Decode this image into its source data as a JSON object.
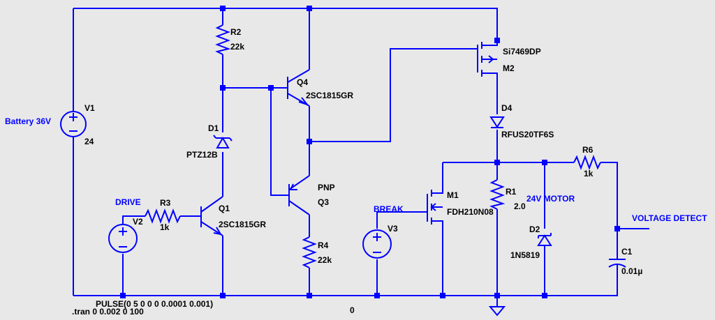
{
  "colors": {
    "wire": "#0000ff",
    "text": "#000000",
    "net_label": "#0000ff",
    "background": "#e8e8e8"
  },
  "components": {
    "V1": {
      "name": "V1",
      "value": "24"
    },
    "V2": {
      "name": "V2"
    },
    "V3": {
      "name": "V3"
    },
    "R1": {
      "name": "R1",
      "value": "2.0"
    },
    "R2": {
      "name": "R2",
      "value": "22k"
    },
    "R3": {
      "name": "R3",
      "value": "1k"
    },
    "R4": {
      "name": "R4",
      "value": "22k"
    },
    "R6": {
      "name": "R6",
      "value": "1k"
    },
    "C1": {
      "name": "C1",
      "value": "0.01µ"
    },
    "D1": {
      "name": "D1",
      "value": "PTZ12B"
    },
    "D2": {
      "name": "D2",
      "value": "1N5819"
    },
    "D4": {
      "name": "D4",
      "value": "RFUS20TF6S"
    },
    "Q1": {
      "name": "Q1",
      "value": "2SC1815GR"
    },
    "Q3": {
      "name": "Q3",
      "value": "PNP"
    },
    "Q4": {
      "name": "Q4",
      "value": "2SC1815GR"
    },
    "M1": {
      "name": "M1",
      "value": "FDH210N08"
    },
    "M2": {
      "name": "M2",
      "value": "Si7469DP"
    }
  },
  "net_labels": {
    "battery": "Battery 36V",
    "drive": "DRIVE",
    "break": "BREAK",
    "motor": "24V MOTOR",
    "voltage_detect": "VOLTAGE DETECT"
  },
  "directives": {
    "pulse": "PULSE(0 5 0 0 0 0.0001 0.001)",
    "tran": ".tran 0 0.002 0 100",
    "ground_node": "0"
  }
}
